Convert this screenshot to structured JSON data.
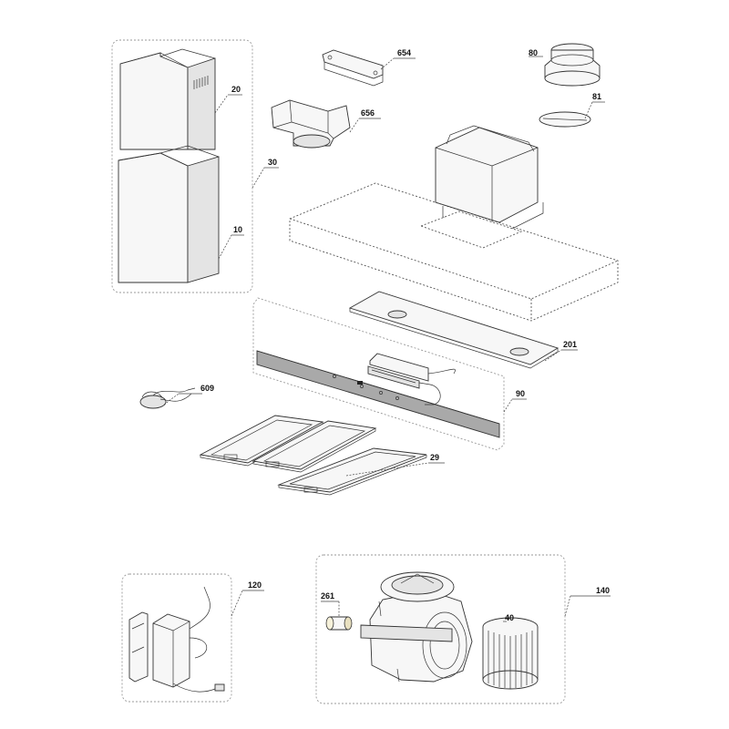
{
  "labels": {
    "l654": "654",
    "l80": "80",
    "l20": "20",
    "l656": "656",
    "l81": "81",
    "l30": "30",
    "l10": "10",
    "l201": "201",
    "l609": "609",
    "l90": "90",
    "l29": "29",
    "l120": "120",
    "l140": "140",
    "l261": "261",
    "l40": "40"
  },
  "colors": {
    "line": "#333333",
    "group_outline": "#999999",
    "panel_fill": "#a9a9a9"
  }
}
